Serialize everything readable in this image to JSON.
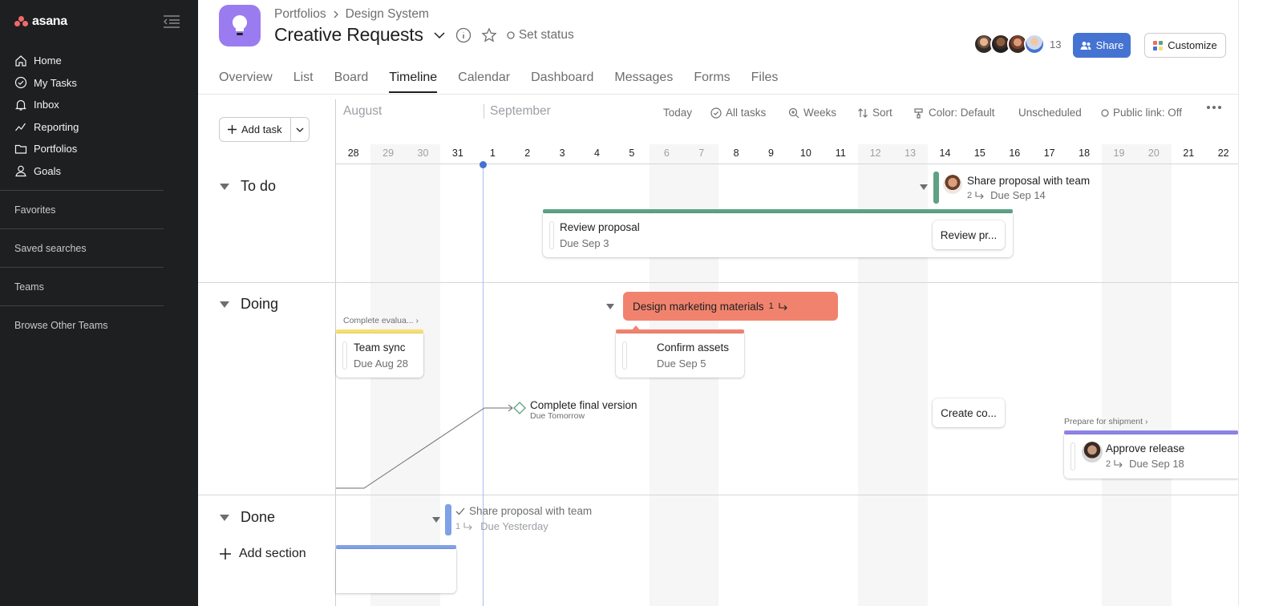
{
  "sidebar": {
    "logo": "asana",
    "nav": [
      {
        "label": "Home",
        "icon": "home-icon"
      },
      {
        "label": "My Tasks",
        "icon": "check-circle-icon"
      },
      {
        "label": "Inbox",
        "icon": "bell-icon"
      },
      {
        "label": "Reporting",
        "icon": "chart-line-icon"
      },
      {
        "label": "Portfolios",
        "icon": "folder-icon"
      },
      {
        "label": "Goals",
        "icon": "person-icon"
      }
    ],
    "sections": [
      "Favorites",
      "Saved searches",
      "Teams",
      "Browse Other Teams"
    ]
  },
  "header": {
    "breadcrumb": [
      "Portfolios",
      "Design System"
    ],
    "title": "Creative Requests",
    "set_status": "Set status",
    "member_count": "13",
    "share_label": "Share",
    "customize_label": "Customize"
  },
  "tabs": [
    {
      "label": "Overview",
      "active": false
    },
    {
      "label": "List",
      "active": false
    },
    {
      "label": "Board",
      "active": false
    },
    {
      "label": "Timeline",
      "active": true
    },
    {
      "label": "Calendar",
      "active": false
    },
    {
      "label": "Dashboard",
      "active": false
    },
    {
      "label": "Messages",
      "active": false
    },
    {
      "label": "Forms",
      "active": false
    },
    {
      "label": "Files",
      "active": false
    }
  ],
  "toolbar": {
    "add_task": "Add task",
    "today": "Today",
    "all_tasks": "All tasks",
    "weeks": "Weeks",
    "sort": "Sort",
    "color": "Color: Default",
    "unscheduled": "Unscheduled",
    "public_link": "Public link: Off"
  },
  "timeline": {
    "months": [
      "August",
      "September"
    ],
    "days": [
      {
        "n": "28",
        "weekend": false
      },
      {
        "n": "29",
        "weekend": true
      },
      {
        "n": "30",
        "weekend": true
      },
      {
        "n": "31",
        "weekend": false
      },
      {
        "n": "1",
        "weekend": false
      },
      {
        "n": "2",
        "weekend": false
      },
      {
        "n": "3",
        "weekend": false
      },
      {
        "n": "4",
        "weekend": false
      },
      {
        "n": "5",
        "weekend": false
      },
      {
        "n": "6",
        "weekend": true
      },
      {
        "n": "7",
        "weekend": true
      },
      {
        "n": "8",
        "weekend": false
      },
      {
        "n": "9",
        "weekend": false
      },
      {
        "n": "10",
        "weekend": false
      },
      {
        "n": "11",
        "weekend": false
      },
      {
        "n": "12",
        "weekend": true
      },
      {
        "n": "13",
        "weekend": true
      },
      {
        "n": "14",
        "weekend": false
      },
      {
        "n": "15",
        "weekend": false
      },
      {
        "n": "16",
        "weekend": false
      },
      {
        "n": "17",
        "weekend": false
      },
      {
        "n": "18",
        "weekend": false
      },
      {
        "n": "19",
        "weekend": true
      },
      {
        "n": "20",
        "weekend": true
      },
      {
        "n": "21",
        "weekend": false
      },
      {
        "n": "22",
        "weekend": false
      }
    ],
    "sections": {
      "todo": "To do",
      "doing": "Doing",
      "done": "Done",
      "add_section": "Add section"
    },
    "tasks": {
      "share_proposal": {
        "name": "Share proposal with team",
        "subtasks": "2",
        "due": "Due Sep 14"
      },
      "review_proposal": {
        "name": "Review proposal",
        "due": "Due Sep 3"
      },
      "review_pr": {
        "name": "Review pr..."
      },
      "design_marketing": {
        "name": "Design marketing materials",
        "subtasks": "1"
      },
      "complete_evalua": {
        "label": "Complete evalua..."
      },
      "team_sync": {
        "name": "Team sync",
        "due": "Due Aug 28"
      },
      "confirm_assets": {
        "name": "Confirm assets",
        "due": "Due Sep 5"
      },
      "complete_final": {
        "name": "Complete final version",
        "due": "Due Tomorrow"
      },
      "create_co": {
        "name": "Create co..."
      },
      "prepare_shipment": {
        "label": "Prepare for shipment"
      },
      "approve_release": {
        "name": "Approve release",
        "subtasks": "2",
        "due": "Due Sep 18"
      },
      "share_done": {
        "name": "Share proposal with team",
        "subtasks": "1",
        "due": "Due Yesterday"
      }
    }
  },
  "colors": {
    "sidebar_bg": "#1e1f21",
    "accent_blue": "#4573d2",
    "green": "#5da283",
    "coral": "#f1836e",
    "yellow": "#f8df72",
    "purple": "#8d84e8",
    "project_icon": "#9b7cf0"
  }
}
